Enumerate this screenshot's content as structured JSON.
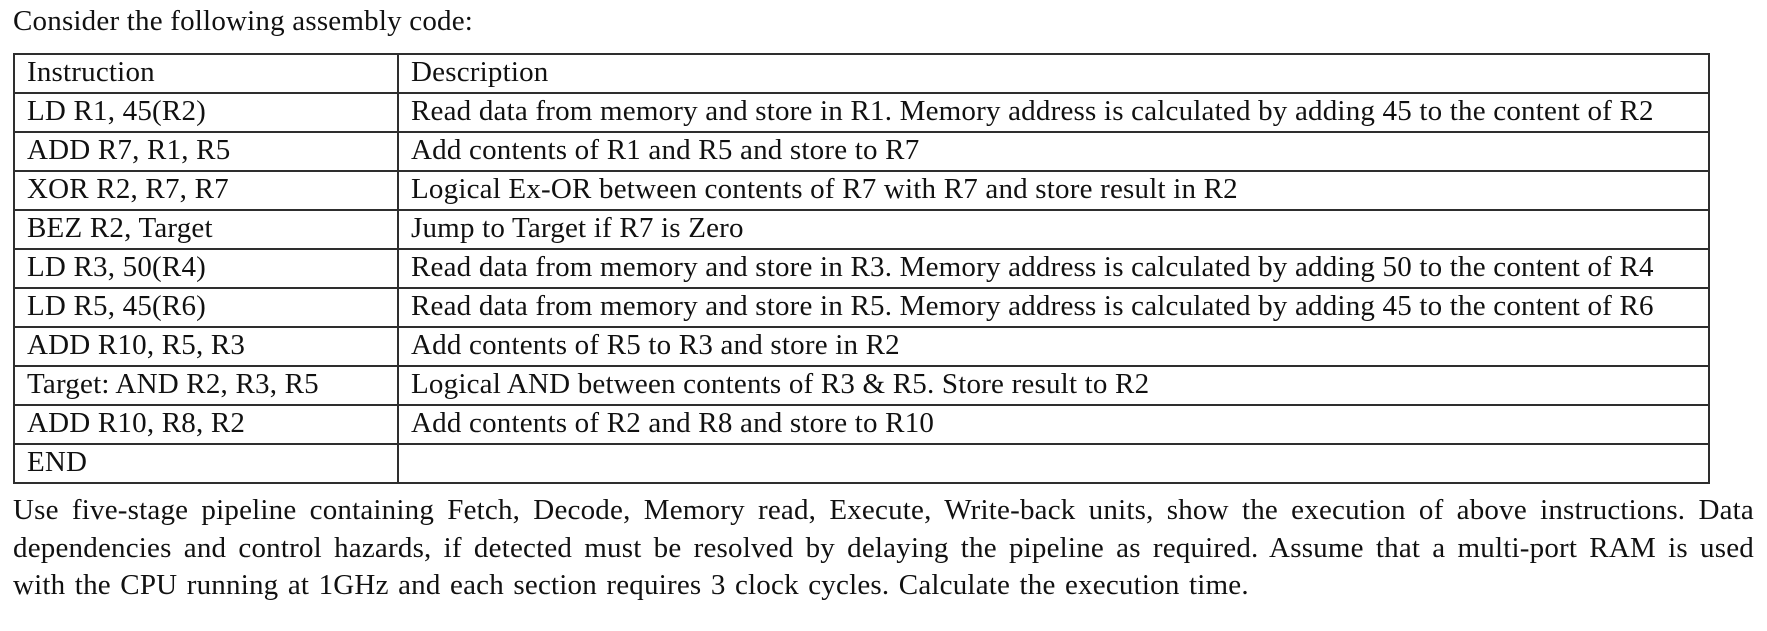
{
  "intro": "Consider the following assembly code:",
  "table": {
    "headers": [
      "Instruction",
      "Description"
    ],
    "rows": [
      [
        "LD R1, 45(R2)",
        "Read data from memory and store in R1. Memory address is calculated by adding 45 to the content of R2"
      ],
      [
        "ADD R7, R1, R5",
        "Add contents of R1 and R5 and store to R7"
      ],
      [
        "XOR R2, R7, R7",
        "Logical Ex-OR between contents of R7 with R7 and store result in R2"
      ],
      [
        "BEZ R2, Target",
        "Jump to Target if R7 is Zero"
      ],
      [
        "LD R3, 50(R4)",
        "Read data from memory and store in R3. Memory address is calculated by adding 50 to the content of R4"
      ],
      [
        "LD R5, 45(R6)",
        "Read data from memory and store in R5. Memory address is calculated by adding 45 to the content of R6"
      ],
      [
        "ADD R10, R5, R3",
        "Add contents of R5 to R3 and store in R2"
      ],
      [
        "Target: AND R2, R3, R5",
        "Logical AND between contents of R3 & R5. Store result to R2"
      ],
      [
        "ADD R10, R8, R2",
        "Add contents of R2 and R8 and store to R10"
      ],
      [
        "END",
        ""
      ]
    ]
  },
  "question": "Use five-stage pipeline containing Fetch, Decode, Memory read, Execute, Write-back units, show the execution of above instructions. Data dependencies and control hazards, if detected must be resolved by delaying the pipeline as required. Assume that a multi-port RAM is used with the CPU running at 1GHz and each section requires 3 clock cycles. Calculate the execution time.",
  "colors": {
    "text": "#111111",
    "border": "#2e2e2e",
    "background": "#ffffff"
  }
}
